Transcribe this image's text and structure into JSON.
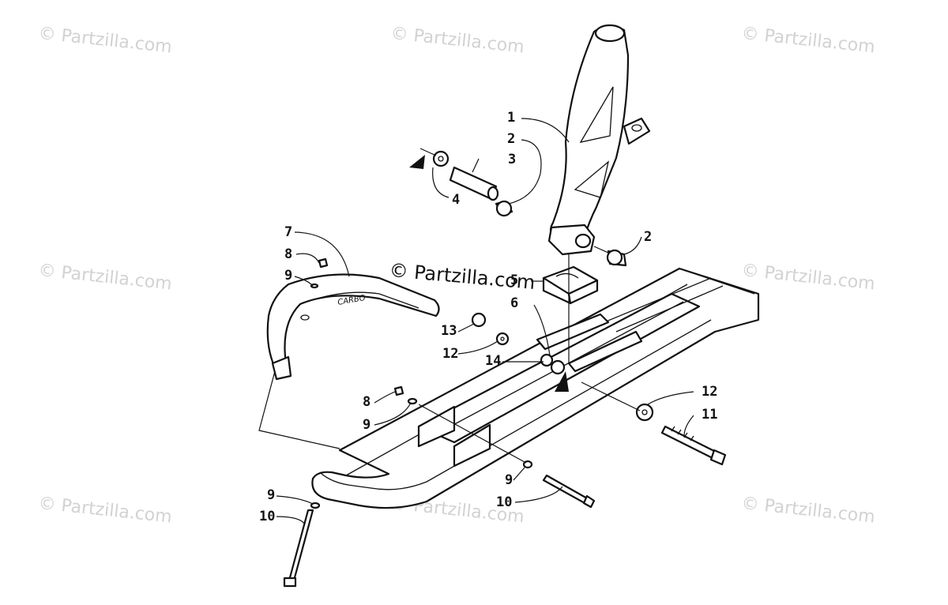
{
  "watermarks": {
    "faint": "© Partzilla.com",
    "center": "© Partzilla.com"
  },
  "callouts": {
    "c1": "1",
    "c2a": "2",
    "c2b": "2",
    "c3": "3",
    "c4": "4",
    "c5": "5",
    "c6": "6",
    "c7": "7",
    "c8a": "8",
    "c8b": "8",
    "c9a": "9",
    "c9b": "9",
    "c9c": "9",
    "c9d": "9",
    "c10a": "10",
    "c10b": "10",
    "c11": "11",
    "c12a": "12",
    "c12b": "12",
    "c13": "13",
    "c14": "14"
  },
  "ski_logo": "CARBO"
}
